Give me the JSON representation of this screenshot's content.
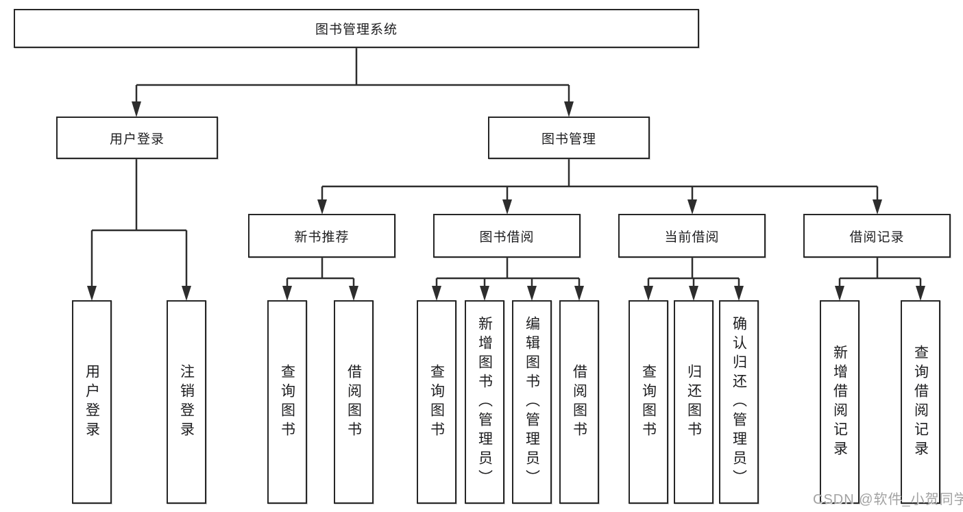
{
  "diagram": {
    "root": {
      "label": "图书管理系统"
    },
    "level2": {
      "user_login": {
        "label": "用户登录"
      },
      "book_management": {
        "label": "图书管理"
      }
    },
    "level3": {
      "new_book_recommend": {
        "label": "新书推荐"
      },
      "book_borrow": {
        "label": "图书借阅"
      },
      "current_borrow": {
        "label": "当前借阅"
      },
      "borrow_record": {
        "label": "借阅记录"
      }
    },
    "leaves": {
      "user_login": {
        "label": "用户登录"
      },
      "logout": {
        "label": "注销登录"
      },
      "newbook_query_books": {
        "label": "查询图书"
      },
      "newbook_borrow_books": {
        "label": "借阅图书"
      },
      "borrow_query_books": {
        "label": "查询图书"
      },
      "borrow_add_books_admin": {
        "label": "新增图书（管理员）"
      },
      "borrow_edit_books_admin": {
        "label": "编辑图书（管理员）"
      },
      "borrow_borrow_books": {
        "label": "借阅图书"
      },
      "current_query_books": {
        "label": "查询图书"
      },
      "current_return_books": {
        "label": "归还图书"
      },
      "current_confirm_return_admin": {
        "label": "确认归还（管理员）"
      },
      "record_add_record": {
        "label": "新增借阅记录"
      },
      "record_query_record": {
        "label": "查询借阅记录"
      }
    },
    "watermark": {
      "text": "CSDN @软件_小贺同学"
    },
    "colors": {
      "line": "#2d2d2d",
      "border": "#262626",
      "text": "#1d1d1f",
      "watermark": "#a2a2a2",
      "background": "#ffffff"
    }
  }
}
